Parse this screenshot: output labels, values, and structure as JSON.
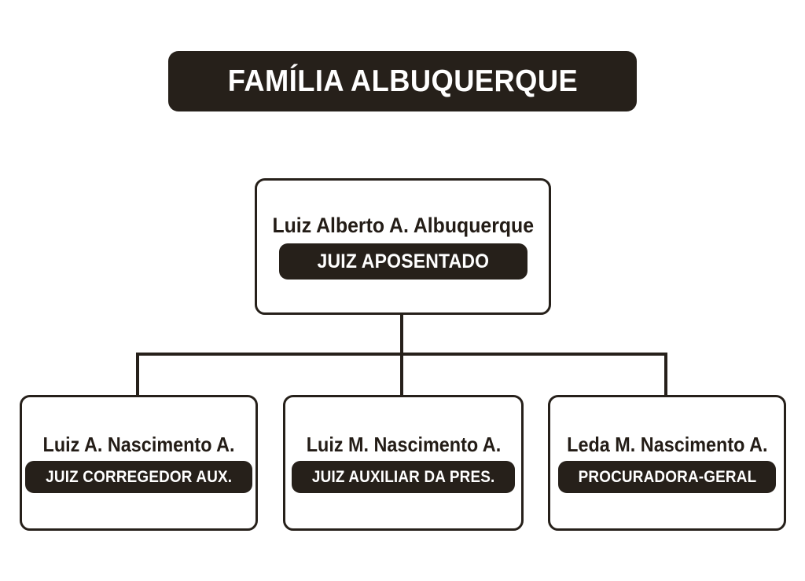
{
  "banner": {
    "title": "FAMÍLIA ALBUQUERQUE"
  },
  "colors": {
    "ink": "#26201a",
    "background": "#ffffff",
    "badge_text": "#ffffff"
  },
  "chart_data": {
    "type": "diagram",
    "title": "FAMÍLIA ALBUQUERQUE",
    "layout": "top-down org chart, one root with three children"
  },
  "tree": {
    "root": {
      "name": "Luiz Alberto A. Albuquerque",
      "role": "JUIZ APOSENTADO"
    },
    "children": [
      {
        "name": "Luiz A. Nascimento A.",
        "role": "JUIZ CORREGEDOR AUX."
      },
      {
        "name": "Luiz M. Nascimento A.",
        "role": "JUIZ AUXILIAR DA PRES."
      },
      {
        "name": "Leda M. Nascimento A.",
        "role": "PROCURADORA-GERAL"
      }
    ]
  }
}
